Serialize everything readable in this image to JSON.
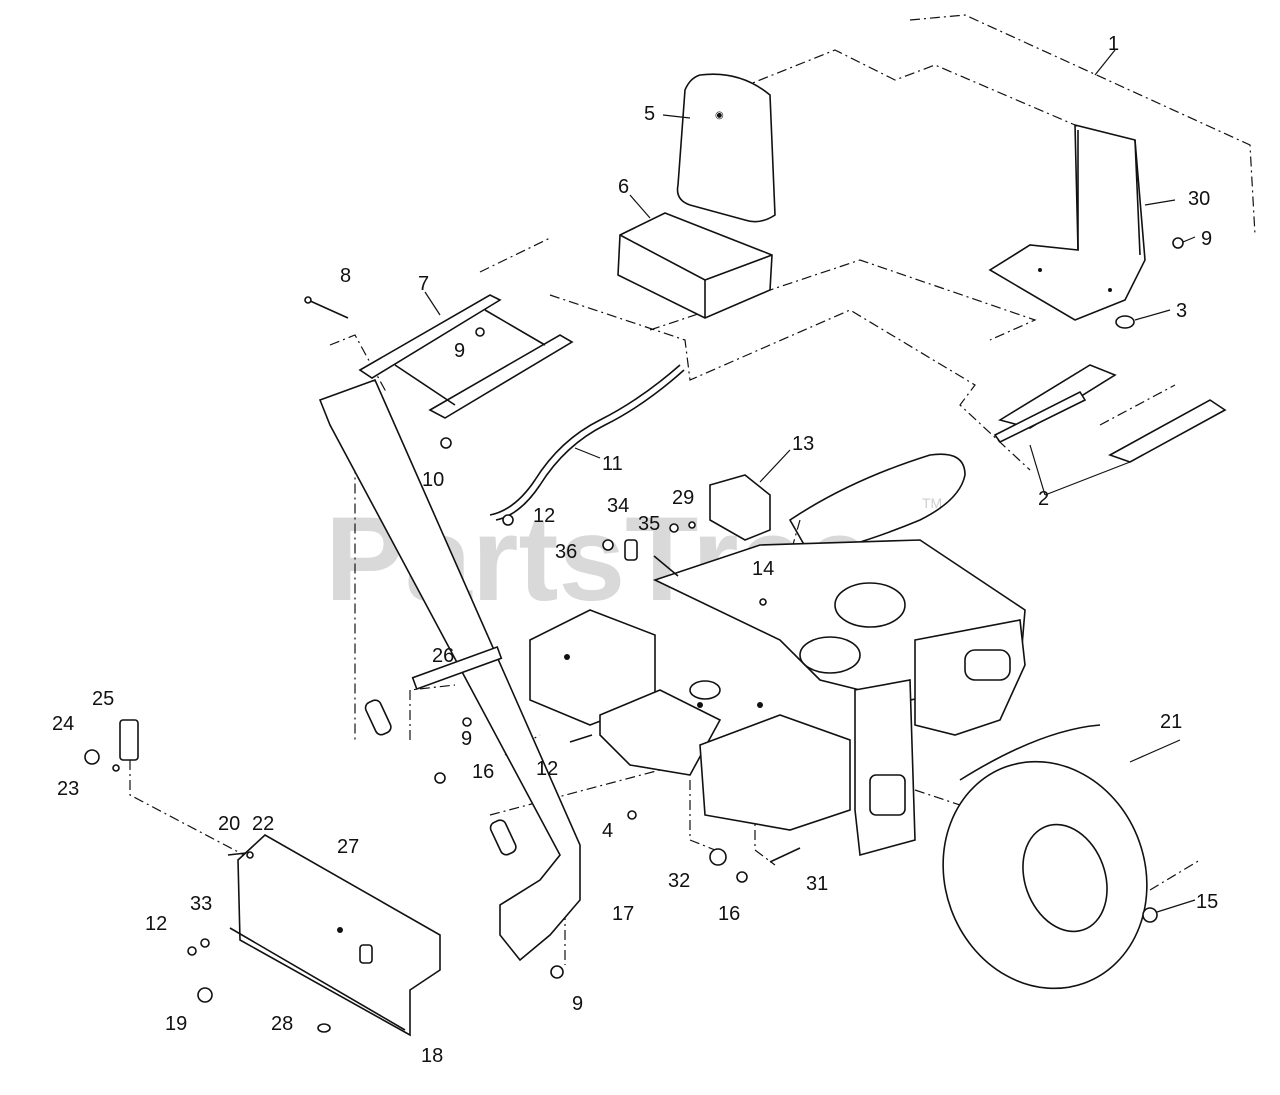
{
  "watermark": {
    "text": "PartsTree",
    "trademark": "TM"
  },
  "callouts": [
    {
      "id": "c1",
      "label": "1"
    },
    {
      "id": "c2",
      "label": "2"
    },
    {
      "id": "c3",
      "label": "3"
    },
    {
      "id": "c4",
      "label": "4"
    },
    {
      "id": "c5",
      "label": "5"
    },
    {
      "id": "c6",
      "label": "6"
    },
    {
      "id": "c7",
      "label": "7"
    },
    {
      "id": "c8",
      "label": "8"
    },
    {
      "id": "c9a",
      "label": "9"
    },
    {
      "id": "c9b",
      "label": "9"
    },
    {
      "id": "c9c",
      "label": "9"
    },
    {
      "id": "c9d",
      "label": "9"
    },
    {
      "id": "c10",
      "label": "10"
    },
    {
      "id": "c11",
      "label": "11"
    },
    {
      "id": "c12a",
      "label": "12"
    },
    {
      "id": "c12b",
      "label": "12"
    },
    {
      "id": "c12c",
      "label": "12"
    },
    {
      "id": "c13",
      "label": "13"
    },
    {
      "id": "c14",
      "label": "14"
    },
    {
      "id": "c15",
      "label": "15"
    },
    {
      "id": "c16a",
      "label": "16"
    },
    {
      "id": "c16b",
      "label": "16"
    },
    {
      "id": "c17",
      "label": "17"
    },
    {
      "id": "c18",
      "label": "18"
    },
    {
      "id": "c19",
      "label": "19"
    },
    {
      "id": "c20",
      "label": "20"
    },
    {
      "id": "c21",
      "label": "21"
    },
    {
      "id": "c22",
      "label": "22"
    },
    {
      "id": "c23",
      "label": "23"
    },
    {
      "id": "c24",
      "label": "24"
    },
    {
      "id": "c25",
      "label": "25"
    },
    {
      "id": "c26",
      "label": "26"
    },
    {
      "id": "c27",
      "label": "27"
    },
    {
      "id": "c28",
      "label": "28"
    },
    {
      "id": "c29",
      "label": "29"
    },
    {
      "id": "c30",
      "label": "30"
    },
    {
      "id": "c31",
      "label": "31"
    },
    {
      "id": "c32",
      "label": "32"
    },
    {
      "id": "c33",
      "label": "33"
    },
    {
      "id": "c34",
      "label": "34"
    },
    {
      "id": "c35",
      "label": "35"
    },
    {
      "id": "c36",
      "label": "36"
    }
  ]
}
